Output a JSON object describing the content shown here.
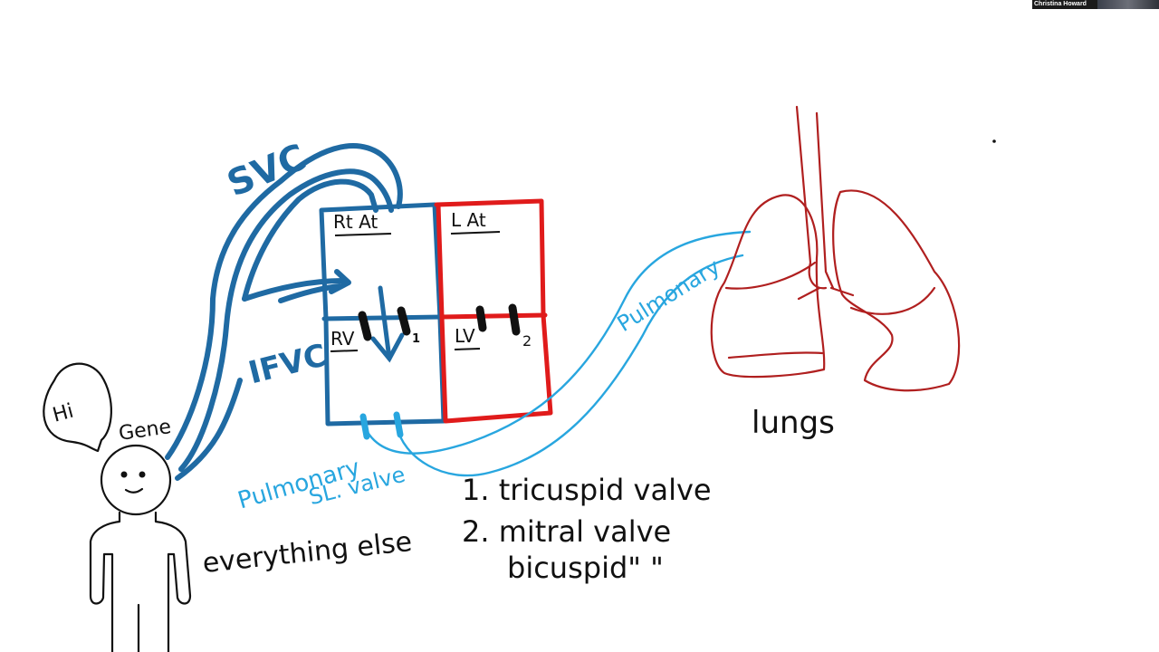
{
  "participant": {
    "name": "Christina Howard"
  },
  "person": {
    "speech": "Hi",
    "name": "Gene",
    "label": "everything else"
  },
  "vessels": {
    "svc": "SVC",
    "ivc": "IFVC",
    "pulmonary_artery": "Pulmonary",
    "pulmonary_valve": "Pulmonary",
    "sl_valve": "SL. valve"
  },
  "chambers": {
    "ra": "Rt At",
    "la": "L At",
    "rv": "RV",
    "lv": "LV"
  },
  "valve_markers": {
    "one": "1",
    "two": "2"
  },
  "notes": {
    "line1": "1. tricuspid valve",
    "line2": "2. mitral valve",
    "line3": "bicuspid\"   \""
  },
  "organ": {
    "label": "lungs"
  },
  "colors": {
    "right_heart": "#1f6aa3",
    "left_heart": "#e01b1b",
    "pulmonary": "#28a6df",
    "lungs": "#b01f1f",
    "ink": "#111111"
  }
}
